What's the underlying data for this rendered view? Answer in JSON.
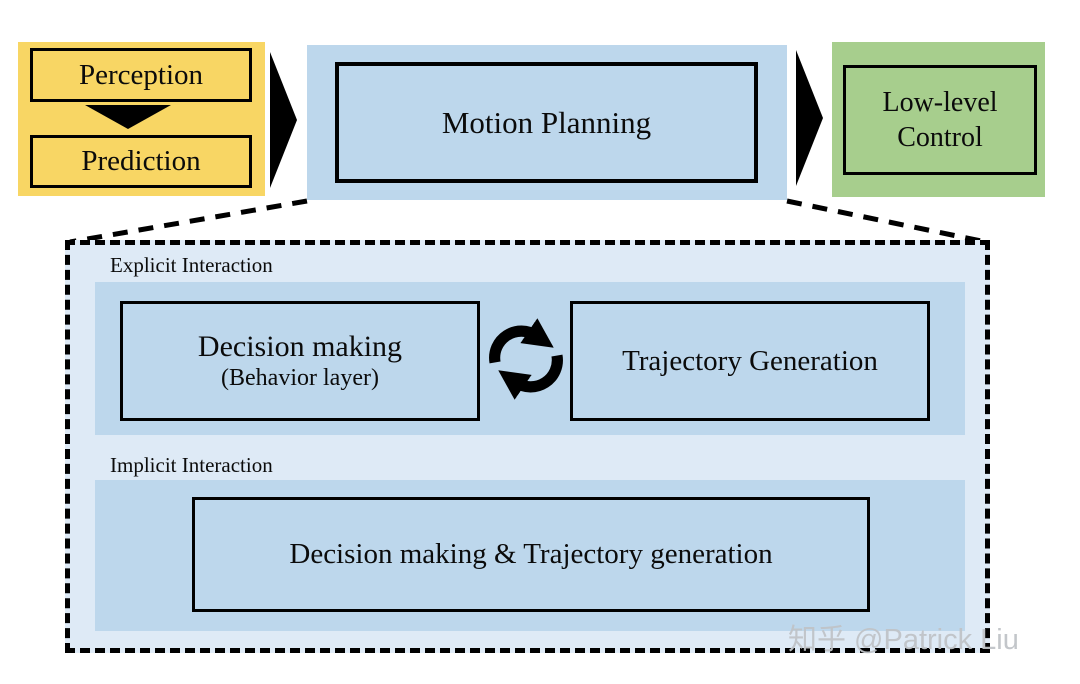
{
  "pipeline": {
    "perception_label": "Perception",
    "prediction_label": "Prediction",
    "motion_planning_label": "Motion Planning",
    "low_level_control_label": "Low-level Control"
  },
  "detail": {
    "explicit_section_label": "Explicit Interaction",
    "implicit_section_label": "Implicit Interaction",
    "decision_making_title": "Decision making",
    "decision_making_subtitle": "(Behavior layer)",
    "trajectory_generation_label": "Trajectory Generation",
    "combined_label": "Decision making & Trajectory generation"
  },
  "watermark": "知乎 @Patrick Liu",
  "icons": {
    "flow_arrow": "right-triangle-arrow",
    "down_arrow": "down-triangle-arrow",
    "cycle": "sync-arrows"
  },
  "colors": {
    "panel_yellow": "#F8D664",
    "panel_blue": "#BDD7EC",
    "detail_bg": "#DEEAF6",
    "panel_green": "#A7CE8D",
    "line_black": "#000000",
    "watermark_gray": "#C0C4C8"
  }
}
